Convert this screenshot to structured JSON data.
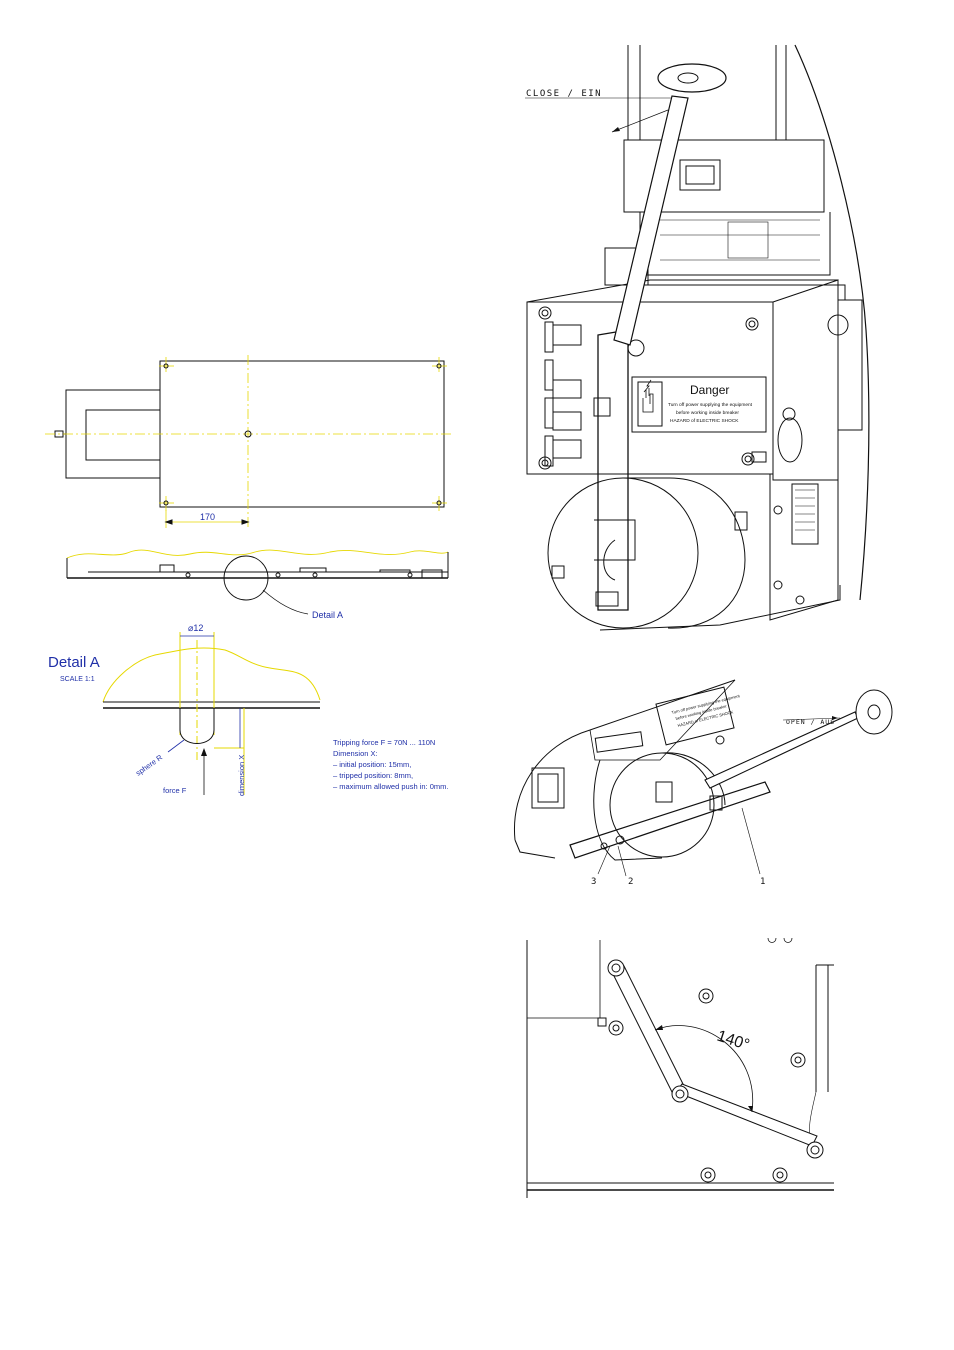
{
  "top_drawing": {
    "dim_170": "170",
    "detail_callout": "Detail A",
    "detail_title": "Detail A",
    "detail_scale": "SCALE  1:1",
    "dim_diameter": "⌀12",
    "label_sphere": "sphere R",
    "label_force": "force F",
    "label_dimension": "dimension  X",
    "spec_lines": [
      "Tripping force F = 70N ... 110N",
      "Dimension X:",
      "–   initial position: 15mm,",
      "–   tripped position: 8mm,",
      "–   maximum allowed push in: 0mm."
    ]
  },
  "breaker_drawing": {
    "close_label": "CLOSE / EIN",
    "danger_title": "Danger",
    "danger_lines": [
      "Turn off power supplying the equipment",
      "before working inside breaker",
      "HAZARD of ELECTRIC SHOCK"
    ]
  },
  "lever_drawing": {
    "open_label": "OPEN / AUS",
    "danger_lines": [
      "Turn off power supplying the equipment",
      "before working inside breaker",
      "HAZARD of ELECTRIC SHOCK"
    ],
    "callouts": [
      "3",
      "2",
      "1"
    ]
  },
  "linkage_drawing": {
    "angle_label": "140°"
  },
  "colors": {
    "cad_yellow": "#e6d800",
    "cad_blue": "#2030a8",
    "line_black": "#111111"
  }
}
